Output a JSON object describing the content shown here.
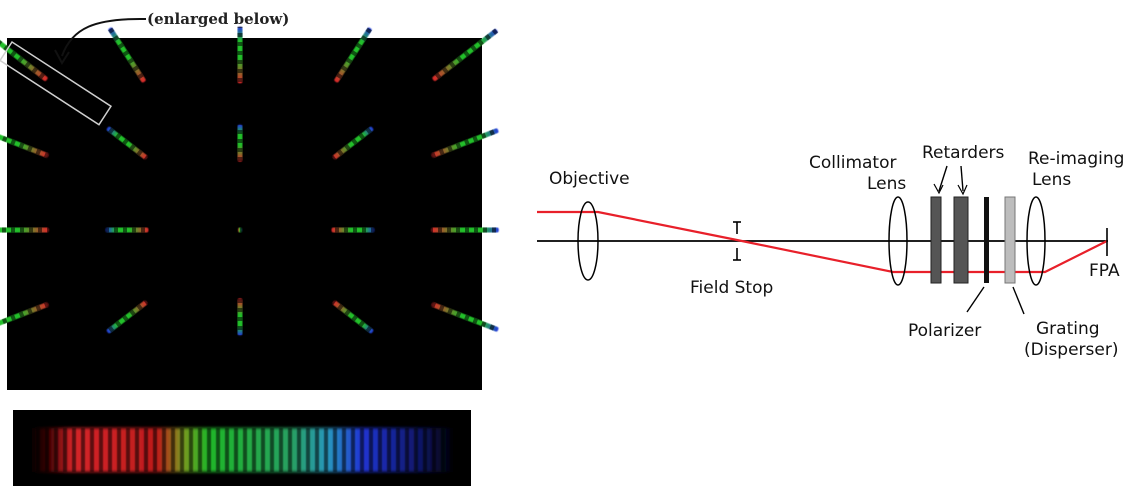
{
  "callout": {
    "label": "(enlarged below)"
  },
  "optical_diagram": {
    "labels": {
      "objective": "Objective",
      "field_stop": "Field Stop",
      "collimator_lens": [
        "Collimator",
        "Lens"
      ],
      "retarders": "Retarders",
      "reimaging_lens": [
        "Re-imaging",
        "Lens"
      ],
      "fpa": "FPA",
      "polarizer": "Polarizer",
      "grating": [
        "Grating",
        "(Disperser)"
      ]
    },
    "colors": {
      "ray": "#e8202a",
      "retarder": "#555555",
      "polarizer": "#111111",
      "grating": "#bdbdbd",
      "axis": "#000000"
    }
  },
  "spectral_image": {
    "background": "#000000",
    "colors": {
      "red": "#e0262b",
      "green": "#21c02a",
      "blue": "#2238e0"
    }
  }
}
